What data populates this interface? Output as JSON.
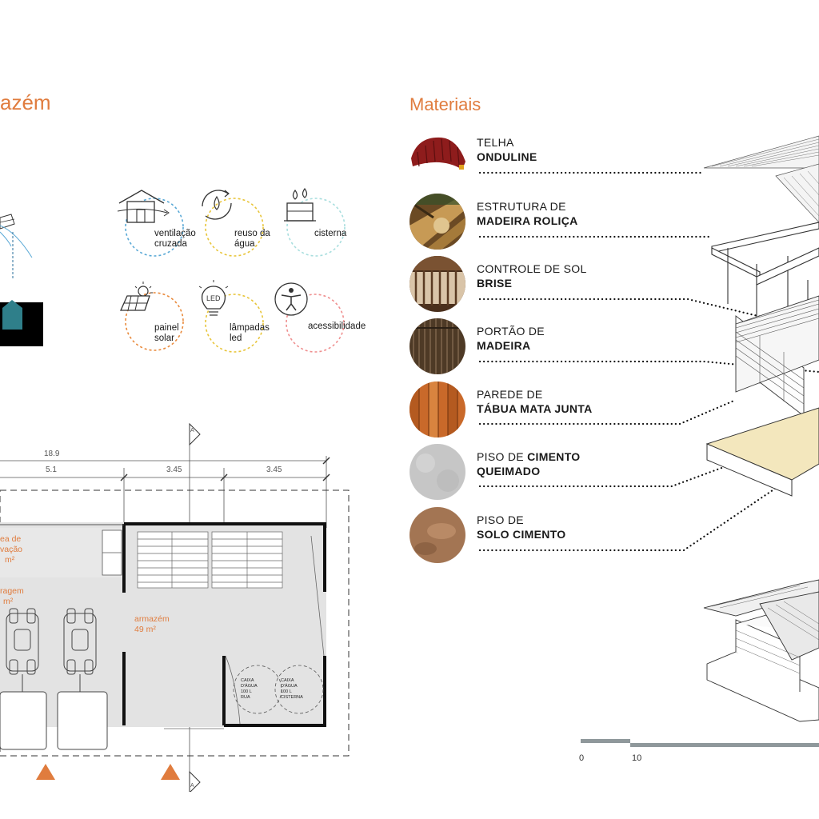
{
  "titles": {
    "left_partial": "azém",
    "right": "Materiais"
  },
  "strategies": [
    {
      "label": "ventilação\ncruzada",
      "color": "#5aa9d6",
      "icon": "house-wind-icon"
    },
    {
      "label": "reuso da\nágua",
      "color": "#e8c53a",
      "icon": "water-recycle-icon"
    },
    {
      "label": "cisterna",
      "color": "#a8dede",
      "icon": "cistern-icon"
    },
    {
      "label": "painel\nsolar",
      "color": "#e98a3c",
      "icon": "solar-panel-icon"
    },
    {
      "label": "lâmpadas\nled",
      "color": "#e8c53a",
      "icon": "led-bulb-icon"
    },
    {
      "label": "acessibilidade",
      "color": "#ef8f8f",
      "icon": "accessibility-icon"
    }
  ],
  "materials": [
    {
      "line1": "TELHA",
      "line2": "ONDULINE"
    },
    {
      "line1": "ESTRUTURA DE",
      "line2": "MADEIRA ROLIÇA"
    },
    {
      "line1": "CONTROLE DE SOL",
      "line2": "BRISE"
    },
    {
      "line1": "PORTÃO DE",
      "line2": "MADEIRA"
    },
    {
      "line1": "PAREDE DE",
      "line2": "TÁBUA MATA JUNTA"
    },
    {
      "line1": "PISO DE ",
      "line1_bold": "CIMENTO",
      "line2": "QUEIMADO"
    },
    {
      "line1": "PISO DE",
      "line2": "SOLO CIMENTO"
    }
  ],
  "plan": {
    "dim_total": "18.9",
    "dim_a": "5.1",
    "dim_b": "3.45",
    "dim_c": "3.45",
    "section_mark": "A",
    "area_label_1": "ea de",
    "area_label_2": "vação",
    "area_label_3": "m²",
    "garage_1": "ragem",
    "garage_2": "m²",
    "storage_name": "armazém",
    "storage_area": "49 m²",
    "tank1_l1": "CAIXA",
    "tank1_l2": "D'ÁGUA",
    "tank1_l3": "100 L",
    "tank1_l4": "RUA",
    "tank2_l1": "CAIXA",
    "tank2_l2": "D'ÁGUA",
    "tank2_l3": "100 L",
    "tank2_l4": "CISTERNA"
  },
  "scale": {
    "start": "0",
    "mid": "10"
  },
  "colors": {
    "accent": "#e07c3e",
    "plan_fill": "#e3e3e3"
  }
}
